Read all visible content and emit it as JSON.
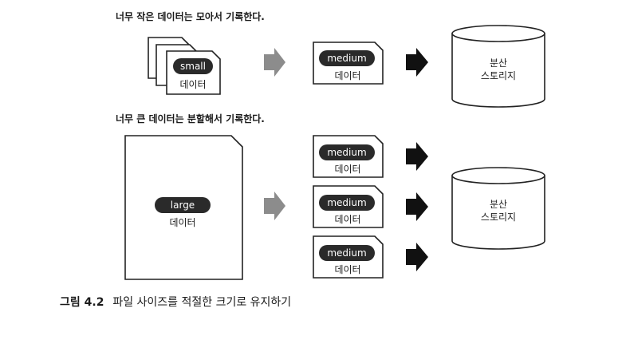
{
  "section1": {
    "heading": "너무 작은 데이터는 모아서 기록한다.",
    "small_badge": "small",
    "small_sub": "데이터",
    "medium_badge": "medium",
    "medium_sub": "데이터",
    "storage_line1": "분산",
    "storage_line2": "스토리지"
  },
  "section2": {
    "heading": "너무 큰 데이터는 분할해서 기록한다.",
    "large_badge": "large",
    "large_sub": "데이터",
    "medium_items": [
      {
        "badge": "medium",
        "sub": "데이터"
      },
      {
        "badge": "medium",
        "sub": "데이터"
      },
      {
        "badge": "medium",
        "sub": "데이터"
      }
    ],
    "storage_line1": "분산",
    "storage_line2": "스토리지"
  },
  "caption": {
    "number": "그림 4.2",
    "text": "파일 사이즈를 적절한 크기로 유지하기"
  },
  "colors": {
    "badge": "#2a2a2a",
    "arrow_gray": "#8c8c8c",
    "arrow_black": "#111111",
    "stroke": "#222222"
  }
}
